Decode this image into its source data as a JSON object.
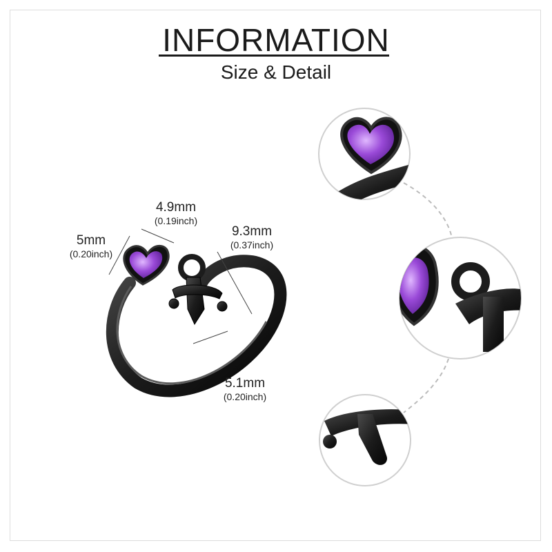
{
  "header": {
    "title": "INFORMATION",
    "subtitle": "Size & Detail"
  },
  "dimensions": [
    {
      "mm": "5mm",
      "inch": "(0.20inch)"
    },
    {
      "mm": "4.9mm",
      "inch": "(0.19inch)"
    },
    {
      "mm": "9.3mm",
      "inch": "(0.37inch)"
    },
    {
      "mm": "5.1mm",
      "inch": "(0.20inch)"
    }
  ],
  "colors": {
    "metal": "#1c1c1c",
    "gem": "#8a3fc9",
    "frame": "#dcdcdc"
  }
}
